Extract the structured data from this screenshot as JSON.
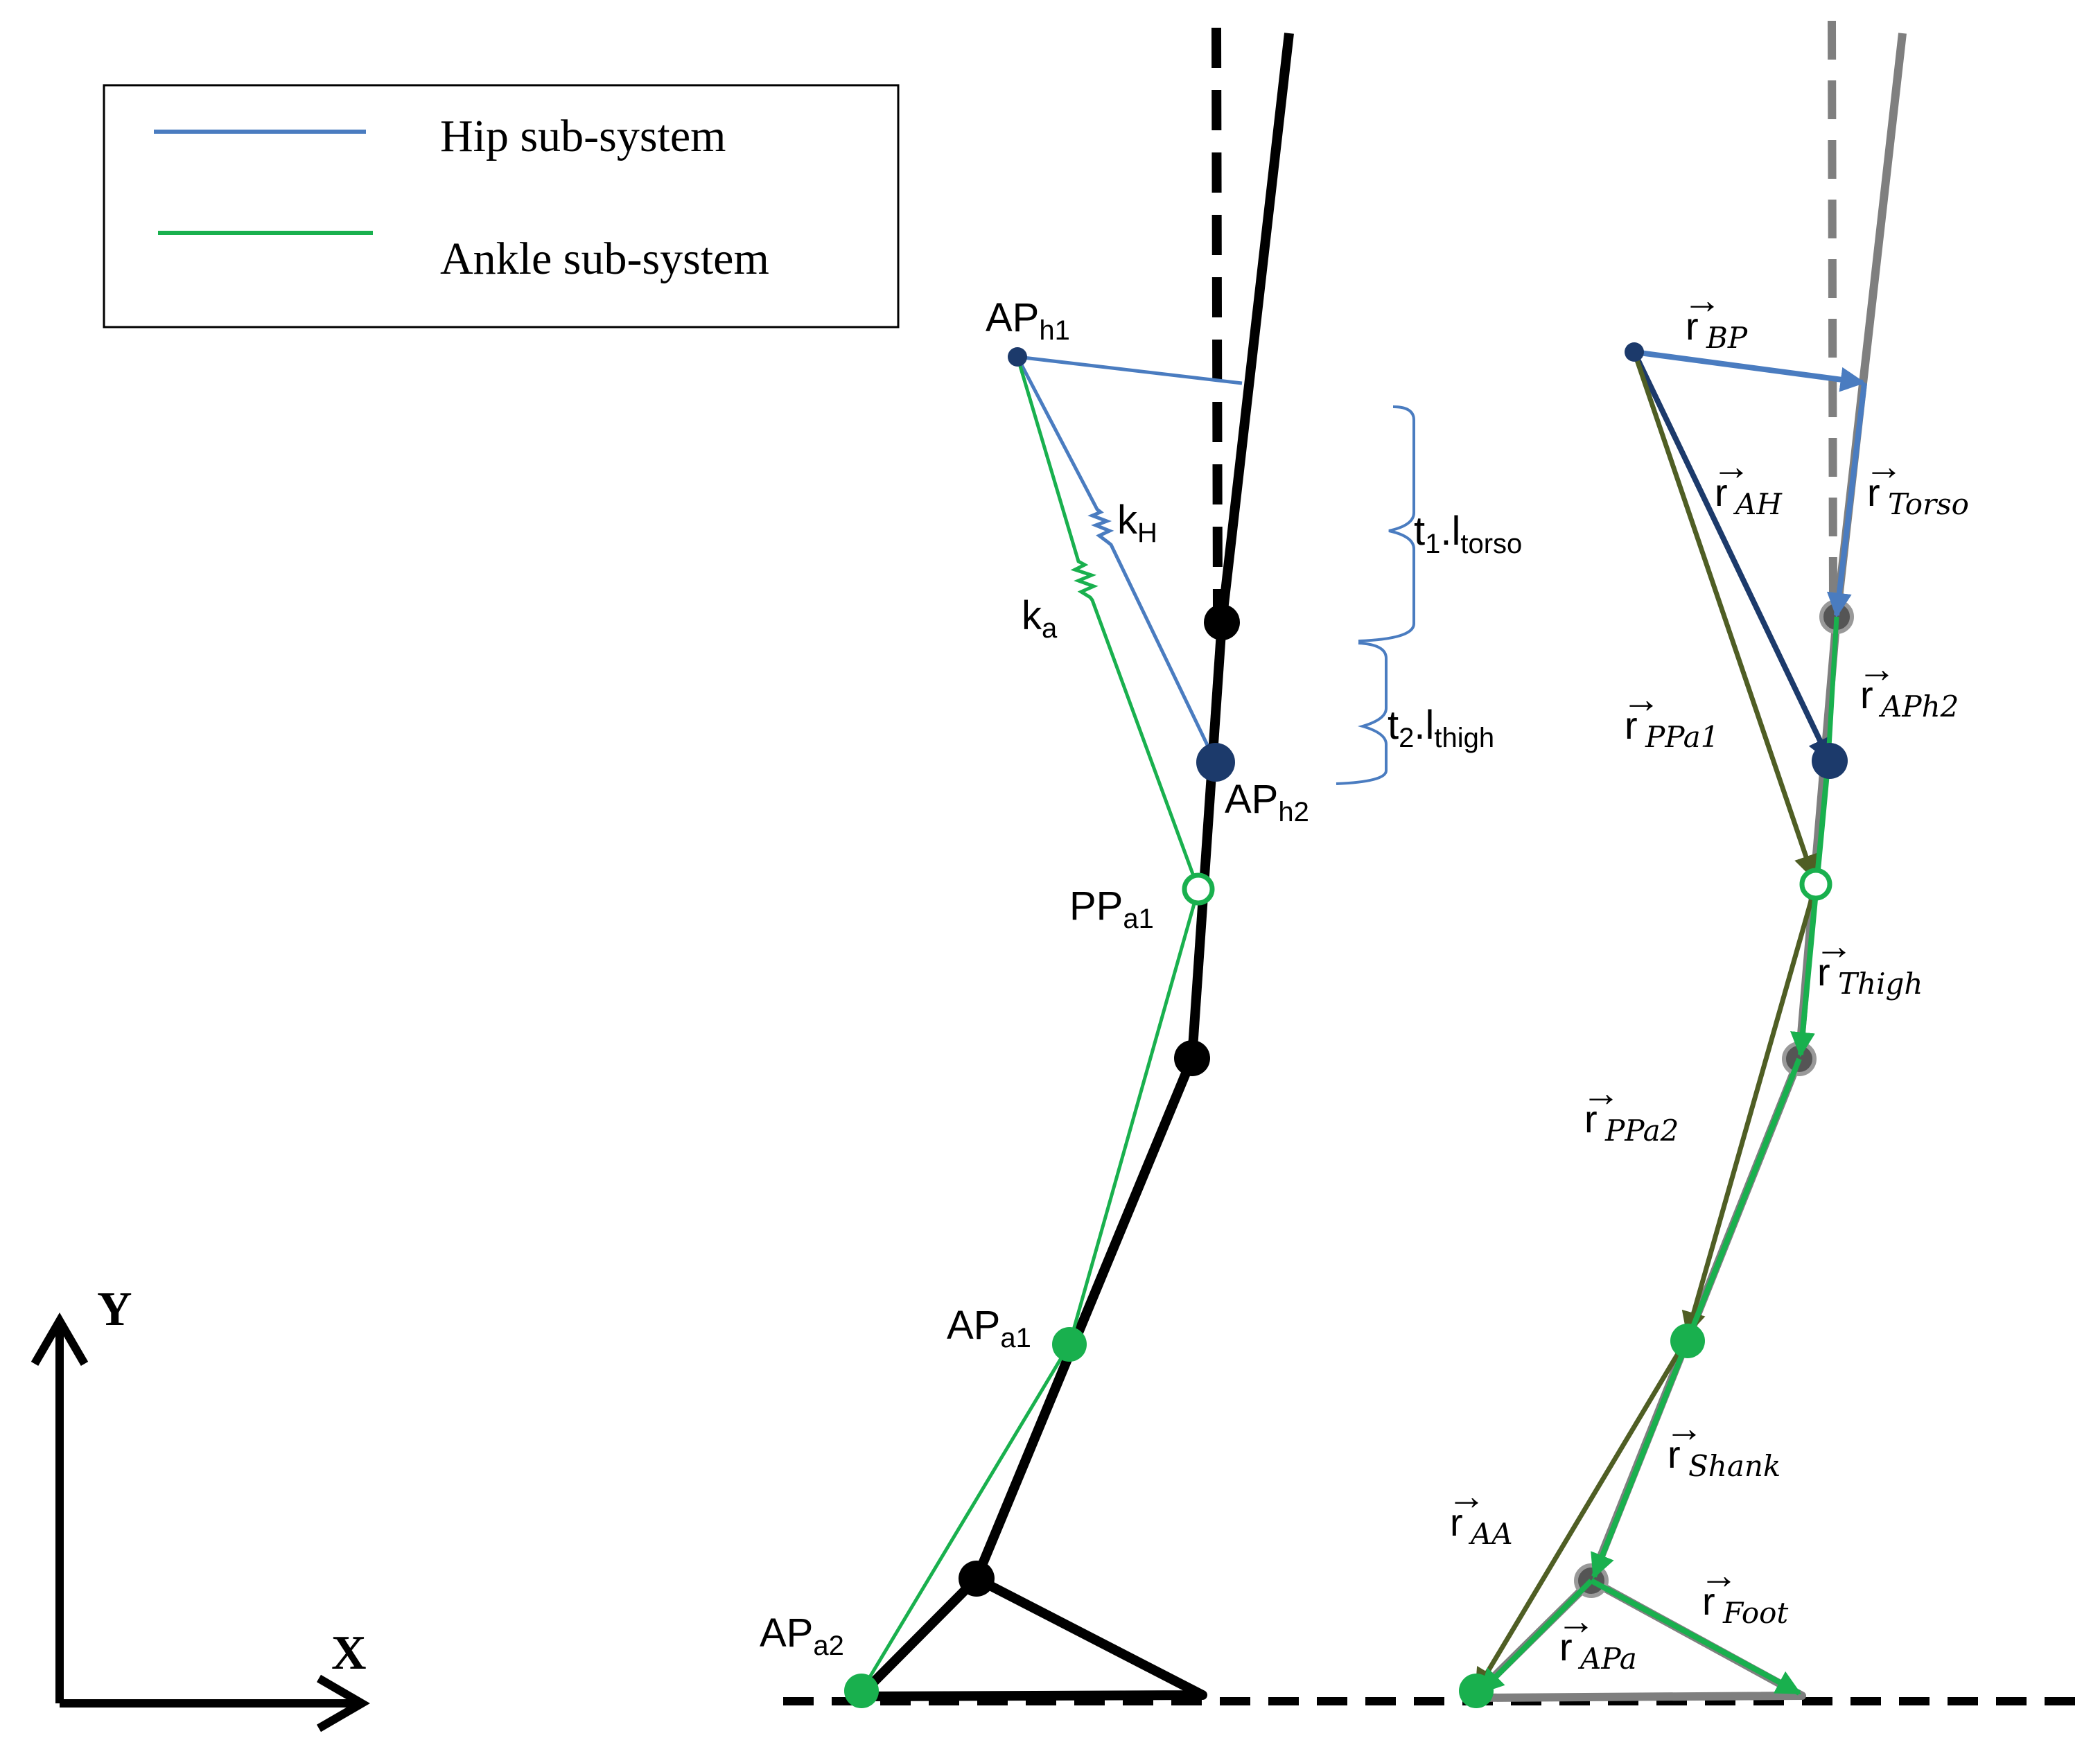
{
  "legend": {
    "items": [
      {
        "label": "Hip sub-system",
        "color": "#4a7cc0"
      },
      {
        "label": "Ankle sub-system",
        "color": "#19b04e"
      }
    ]
  },
  "axes": {
    "x_label": "X",
    "y_label": "Y"
  },
  "points": {
    "ap_h1": {
      "base": "AP",
      "sub": "h1"
    },
    "ap_h2": {
      "base": "AP",
      "sub": "h2"
    },
    "pp_a1": {
      "base": "PP",
      "sub": "a1"
    },
    "ap_a1": {
      "base": "AP",
      "sub": "a1"
    },
    "ap_a2": {
      "base": "AP",
      "sub": "a2"
    }
  },
  "springs": {
    "hip": {
      "base": "k",
      "sub": "H"
    },
    "ankle": {
      "base": "k",
      "sub": "a"
    }
  },
  "segments": {
    "torso": {
      "base": "t",
      "sub1": "1",
      "mid": ".l",
      "sub2": "torso"
    },
    "thigh": {
      "base": "t",
      "sub1": "2",
      "mid": ".l",
      "sub2": "thigh"
    }
  },
  "vectors": {
    "bp": {
      "base": "r",
      "sub": "BP"
    },
    "ah": {
      "base": "r",
      "sub": "AH"
    },
    "torso": {
      "base": "r",
      "sub": "Torso"
    },
    "aph2": {
      "base": "r",
      "sub": "APh2"
    },
    "ppa1": {
      "base": "r",
      "sub": "PPa1"
    },
    "thigh": {
      "base": "r",
      "sub": "Thigh"
    },
    "ppa2": {
      "base": "r",
      "sub": "PPa2"
    },
    "shank": {
      "base": "r",
      "sub": "Shank"
    },
    "aa": {
      "base": "r",
      "sub": "AA"
    },
    "foot": {
      "base": "r",
      "sub": "Foot"
    },
    "apa": {
      "base": "r",
      "sub": "APa"
    }
  },
  "colors": {
    "hip": "#4a7cc0",
    "ankle": "#19b04e",
    "dark_blue": "#1c3a6b",
    "olive": "#4f5e24",
    "gray": "#7f7f7f",
    "black": "#000000"
  }
}
